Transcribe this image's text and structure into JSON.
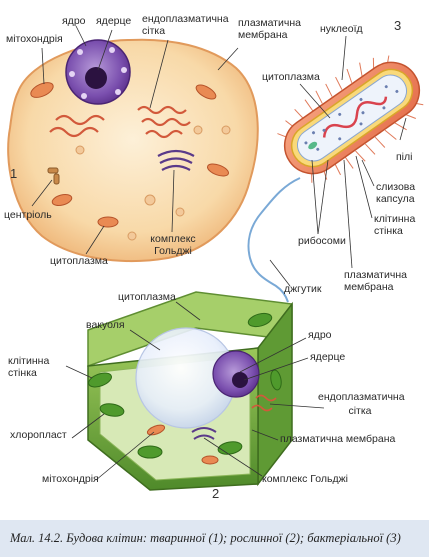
{
  "cells": {
    "animal": {
      "number": "1",
      "labels": {
        "mitochondria": "мітохондрія",
        "nucleus": "ядро",
        "nucleolus": "ядерце",
        "er_line1": "ендоплазматична",
        "er_line2": "сітка",
        "membrane_line1": "плазматична",
        "membrane_line2": "мембрана",
        "centriole": "центріоль",
        "cytoplasm": "цитоплазма",
        "golgi_line1": "комплекс",
        "golgi_line2": "Гольджі"
      }
    },
    "bacterial": {
      "number": "3",
      "labels": {
        "nucleoid": "нуклеоїд",
        "cytoplasm": "цитоплазма",
        "pili": "пілі",
        "capsule_line1": "слизова",
        "capsule_line2": "капсула",
        "wall_line1": "клітинна",
        "wall_line2": "стінка",
        "ribosomes": "рибосоми",
        "membrane_line1": "плазматична",
        "membrane_line2": "мембрана",
        "flagellum": "джгутик"
      }
    },
    "plant": {
      "number": "2",
      "labels": {
        "cytoplasm": "цитоплазма",
        "vacuole": "вакуоля",
        "nucleus": "ядро",
        "nucleolus": "ядерце",
        "wall_line1": "клітинна",
        "wall_line2": "стінка",
        "er_line1": "ендоплазматична",
        "er_line2": "сітка",
        "chloroplast": "хлоропласт",
        "membrane": "плазматична мембрана",
        "mitochondria": "мітохондрія",
        "golgi": "комплекс Гольджі"
      }
    }
  },
  "caption": "Мал. 14.2. Будова клітин: тваринної (1); рослинної (2); бактеріальної (3)"
}
